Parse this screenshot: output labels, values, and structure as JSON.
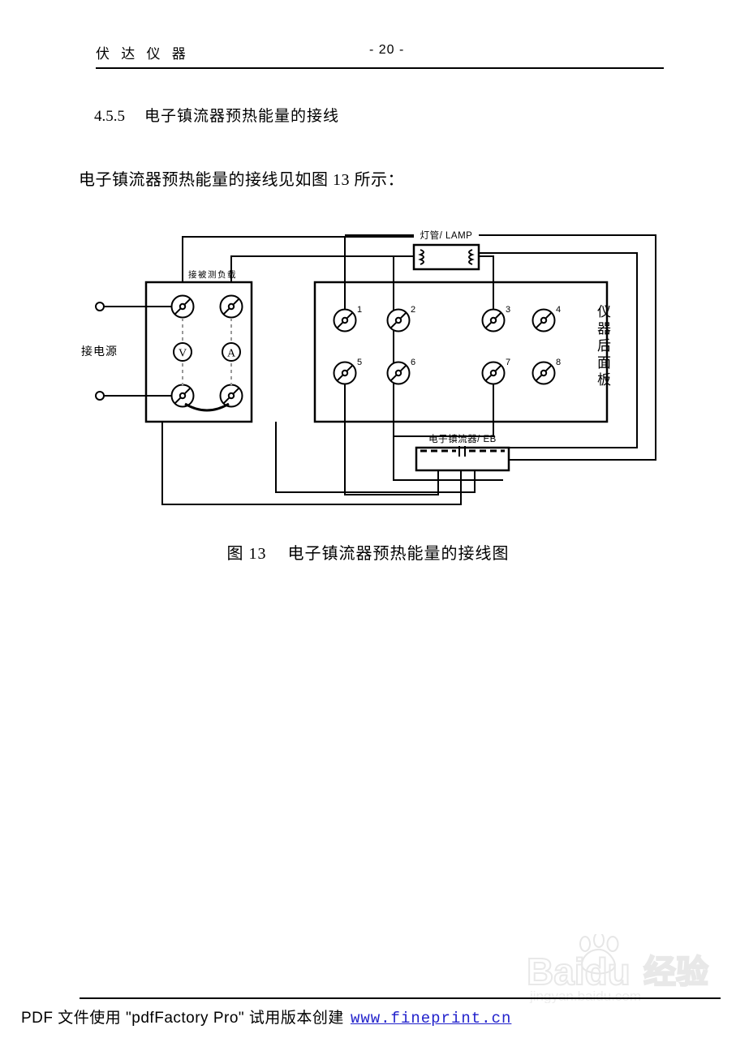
{
  "header": {
    "title": "伏 达 仪 器",
    "page_number": "- 20 -"
  },
  "section": {
    "number": "4.5.5",
    "title": "电子镇流器预热能量的接线",
    "paragraph": "电子镇流器预热能量的接线见如图 13 所示："
  },
  "figure": {
    "caption_label": "图 13",
    "caption_text": "电子镇流器预热能量的接线图",
    "labels": {
      "lamp": "灯管/ LAMP",
      "ballast": "电子镇流器/ EB",
      "load": "接被测负载",
      "power": "接电源",
      "rear_panel": "仪器后面板"
    },
    "meters": [
      {
        "symbol": "V",
        "name": "voltmeter"
      },
      {
        "symbol": "A",
        "name": "ammeter"
      }
    ],
    "terminals": [
      "1",
      "2",
      "3",
      "4",
      "5",
      "6",
      "7",
      "8"
    ]
  },
  "watermark": {
    "brand": "Baidu",
    "suffix": "经验",
    "url": "jingyan.baidu.com"
  },
  "footer": {
    "prefix": "PDF 文件使用 \"pdfFactory Pro\" 试用版本创建",
    "link": "www.fineprint.cn"
  }
}
